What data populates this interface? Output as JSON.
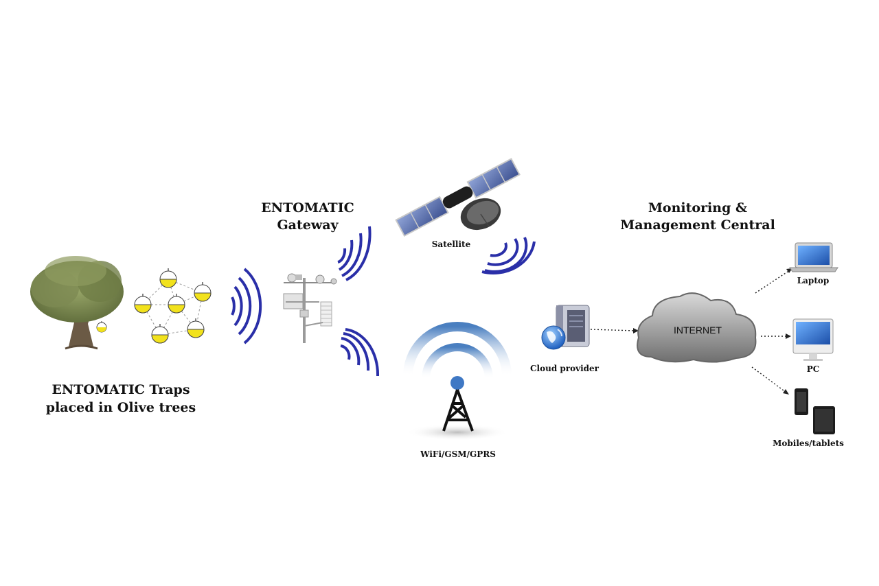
{
  "labels": {
    "traps_line1": "ENTOMATIC Traps",
    "traps_line2": "placed in Olive trees",
    "gateway_line1": "ENTOMATIC",
    "gateway_line2": "Gateway",
    "satellite": "Satellite",
    "wifi": "WiFi/GSM/GPRS",
    "cloud_provider": "Cloud provider",
    "internet": "INTERNET",
    "monitoring_line1": "Monitoring &",
    "monitoring_line2": "Management Central",
    "laptop": "Laptop",
    "pc": "PC",
    "mobiles": "Mobiles/tablets"
  },
  "colors": {
    "wave": "#2a2fa8",
    "trap_fill": "#f2e21c",
    "cloud": "#9c9c9c",
    "tower_signal": "#4a7fc0"
  },
  "icons": [
    "olive-tree-icon",
    "trap-icon",
    "weather-station-icon",
    "satellite-icon",
    "cell-tower-icon",
    "server-icon",
    "cloud-icon",
    "laptop-icon",
    "desktop-pc-icon",
    "mobile-phone-icon",
    "tablet-icon"
  ]
}
